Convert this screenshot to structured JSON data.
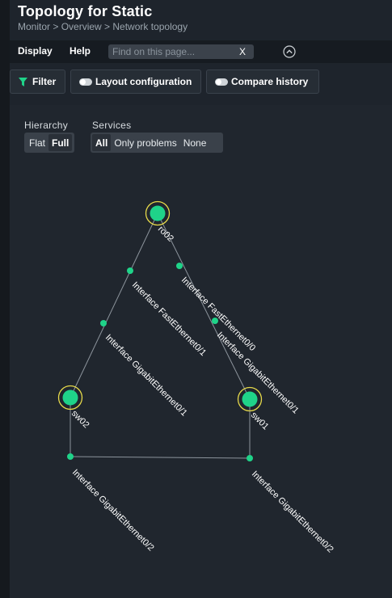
{
  "header": {
    "title": "Topology for Static",
    "breadcrumb": "Monitor > Overview > Network topology"
  },
  "menubar": {
    "display_label": "Display",
    "help_label": "Help",
    "search_placeholder": "Find on this page...",
    "search_value": "",
    "search_clear": "X"
  },
  "toolbar": {
    "filter_label": "Filter",
    "layout_label": "Layout configuration",
    "compare_label": "Compare history"
  },
  "controls": {
    "hierarchy_label": "Hierarchy",
    "hierarchy_options": [
      "Flat",
      "Full"
    ],
    "hierarchy_selected": "Full",
    "services_label": "Services",
    "services_options": [
      "All",
      "Only problems",
      "None"
    ],
    "services_selected": "All"
  },
  "topology": {
    "nodes": [
      {
        "id": "ro02",
        "label": "ro02",
        "highlighted": true
      },
      {
        "id": "sw02",
        "label": "sw02",
        "highlighted": true
      },
      {
        "id": "sw01",
        "label": "sw01",
        "highlighted": true
      }
    ],
    "interfaces": [
      {
        "label": "Interface FastEthernet0/1",
        "connects": [
          "ro02",
          "sw02"
        ]
      },
      {
        "label": "Interface GigabitEthernet0/1",
        "connects": [
          "ro02",
          "sw02"
        ]
      },
      {
        "label": "Interface FastEthernet0/0",
        "connects": [
          "ro02",
          "sw01"
        ]
      },
      {
        "label": "Interface GigabitEthernet0/1",
        "connects": [
          "ro02",
          "sw01"
        ]
      },
      {
        "label": "Interface GigabitEthernet0/2",
        "connects": [
          "sw02",
          "sw01"
        ]
      },
      {
        "label": "Interface GigabitEthernet0/2",
        "connects": [
          "sw01",
          "sw02"
        ]
      }
    ]
  },
  "colors": {
    "background": "#1e242c",
    "node_fill": "#1fd389",
    "node_ring": "#e6d94a",
    "edge": "#8c949c"
  }
}
